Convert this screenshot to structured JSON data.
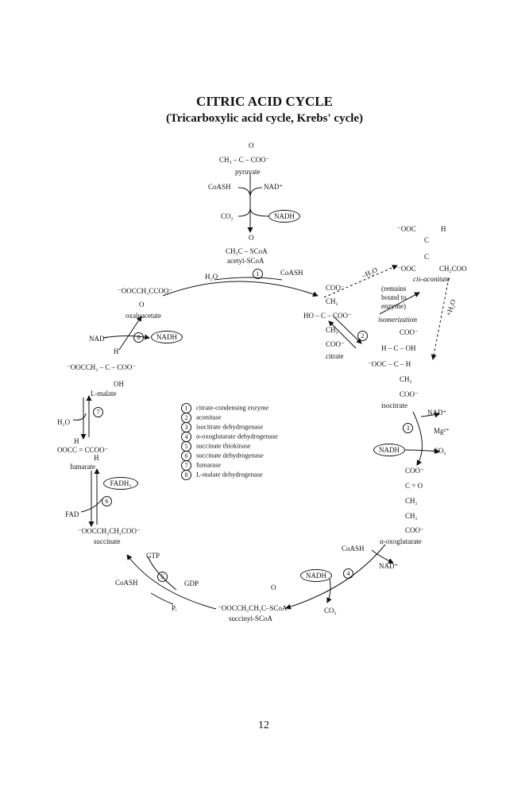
{
  "title": {
    "line1": "CITRIC ACID CYCLE",
    "line2": "(Tricarboxylic acid cycle, Krebs' cycle)"
  },
  "compounds": {
    "pyruvate_o": "O",
    "pyruvate_formula": "CH₃ – C – COO⁻",
    "pyruvate": "pyruvate",
    "coash_top": "CoASH",
    "nad_top": "NAD⁺",
    "co2_top": "CO₂",
    "nadh_top": "NADH",
    "acetyl_o": "O",
    "acetyl_formula": "CH₃C – SCoA",
    "acetyl": "acetyl-SCoA",
    "h2o_top": "H₂O",
    "coash_citrate": "CoASH",
    "oaa_formula": "⁻OOCCH₂CCOO⁻",
    "oaa_o": "O",
    "oxaloacetate": "oxaloacetate",
    "citrate_coo1": "COO⁻",
    "citrate_ch2a": "CH₂",
    "citrate_mid": "HO – C – COO⁻",
    "citrate_ch2b": "CH₂",
    "citrate_coo2": "COO⁻",
    "citrate": "citrate",
    "minus_h2o": "–H₂O",
    "plus_h2o": "+H₂O",
    "remains": "(remains",
    "bound_to": "bound to",
    "enzyme": "enzyme)",
    "isomerization": "isomerization",
    "cisacon_ooc1": "⁻OOC",
    "cisacon_h": "H",
    "cisacon_c1": "C",
    "cisacon_c2": "C",
    "cisacon_ooc2": "⁻OOC",
    "cisacon_ch2coo": "CH₂COO",
    "cis_aconitate": "cis-aconitate",
    "iso_coo": "COO⁻",
    "iso_hcoh": "H – C – OH",
    "iso_oocch": "⁻OOC – C – H",
    "iso_ch2": "CH₂",
    "iso_coo2": "COO⁻",
    "isocitrate": "isocitrate",
    "nad_iso": "NAD⁺",
    "mg": "Mg²⁺",
    "nadh_iso": "NADH",
    "co2_iso": "CO₂",
    "akg_coo": "COO⁻",
    "akg_co": "C = O",
    "akg_ch2a": "CH₂",
    "akg_ch2b": "CH₂",
    "akg_coo2": "COO⁻",
    "akg": "α-oxoglutarate",
    "coash_akg": "CoASH",
    "nad_akg": "NAD⁺",
    "nadh_akg": "NADH",
    "co2_akg": "CO₂",
    "succoa_o": "O",
    "succoa_formula": "⁻OOCCH₂CH₂C–SCoA",
    "succinyl_scoa": "succinyl-SCoA",
    "gtp": "GTP",
    "gdp": "GDP",
    "coash_succ": "CoASH",
    "pi": "Pᵢ",
    "succ_formula": "⁻OOCCH₂CH₂COO⁻",
    "succinate": "succinate",
    "fad": "FAD",
    "fadh2": "FADH₂",
    "fum_h1": "H",
    "fum_formula": "OOCC = CCOO⁻",
    "fum_h2": "H",
    "fumarate": "fumarate",
    "h2o_mal": "H₂O",
    "mal_h": "H",
    "mal_formula": "⁻OOCCH₂ – C – COO⁻",
    "mal_oh": "OH",
    "l_malate": "L-malate",
    "nad_mal": "NAD⁺",
    "nadh_mal": "NADH"
  },
  "steps": [
    "1",
    "2",
    "3",
    "4",
    "5",
    "6",
    "7",
    "8"
  ],
  "legend": [
    {
      "num": "1",
      "label": "citrate-condensing enzyme"
    },
    {
      "num": "2",
      "label": "aconitase"
    },
    {
      "num": "3",
      "label": "isocitrate dehydrogenase"
    },
    {
      "num": "4",
      "label": "α-oxoglutarate dehydrogenase"
    },
    {
      "num": "5",
      "label": "succinate thiokinase"
    },
    {
      "num": "6",
      "label": "succinate dehydrogenase"
    },
    {
      "num": "7",
      "label": "fumarase"
    },
    {
      "num": "8",
      "label": "L-malate dehydrogenase"
    }
  ],
  "page_number": "12"
}
